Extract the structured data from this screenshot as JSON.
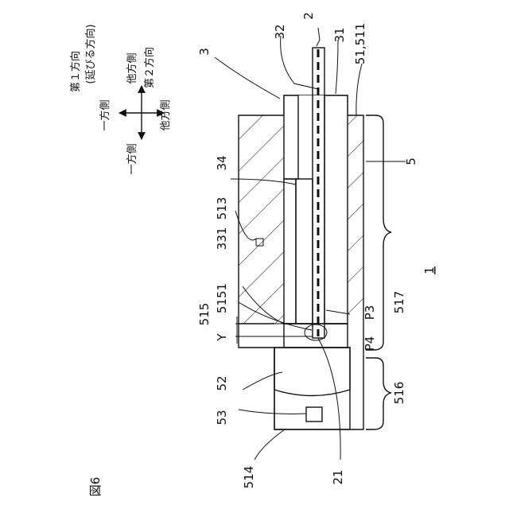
{
  "figure_label": "図6",
  "labels": {
    "l_2": "2",
    "l_3": "3",
    "l_32": "32",
    "l_31": "31",
    "l_51_511": "51,511",
    "l_5": "5",
    "l_34": "34",
    "l_513": "513",
    "l_331": "331",
    "l_515": "515",
    "l_5151": "5151",
    "l_1": "1",
    "l_517": "517",
    "l_p3": "P3",
    "l_y": "Y",
    "l_p4": "P4",
    "l_52": "52",
    "l_516": "516",
    "l_53": "53",
    "l_514": "514",
    "l_21": "21"
  },
  "axes": {
    "dir1": "第１方向",
    "dir1_sub": "(延びる方向)",
    "dir2": "第２方向",
    "other_side_a": "他方側",
    "one_side_a": "一方側",
    "one_side_b": "一方側",
    "other_side_b": "他方側"
  }
}
